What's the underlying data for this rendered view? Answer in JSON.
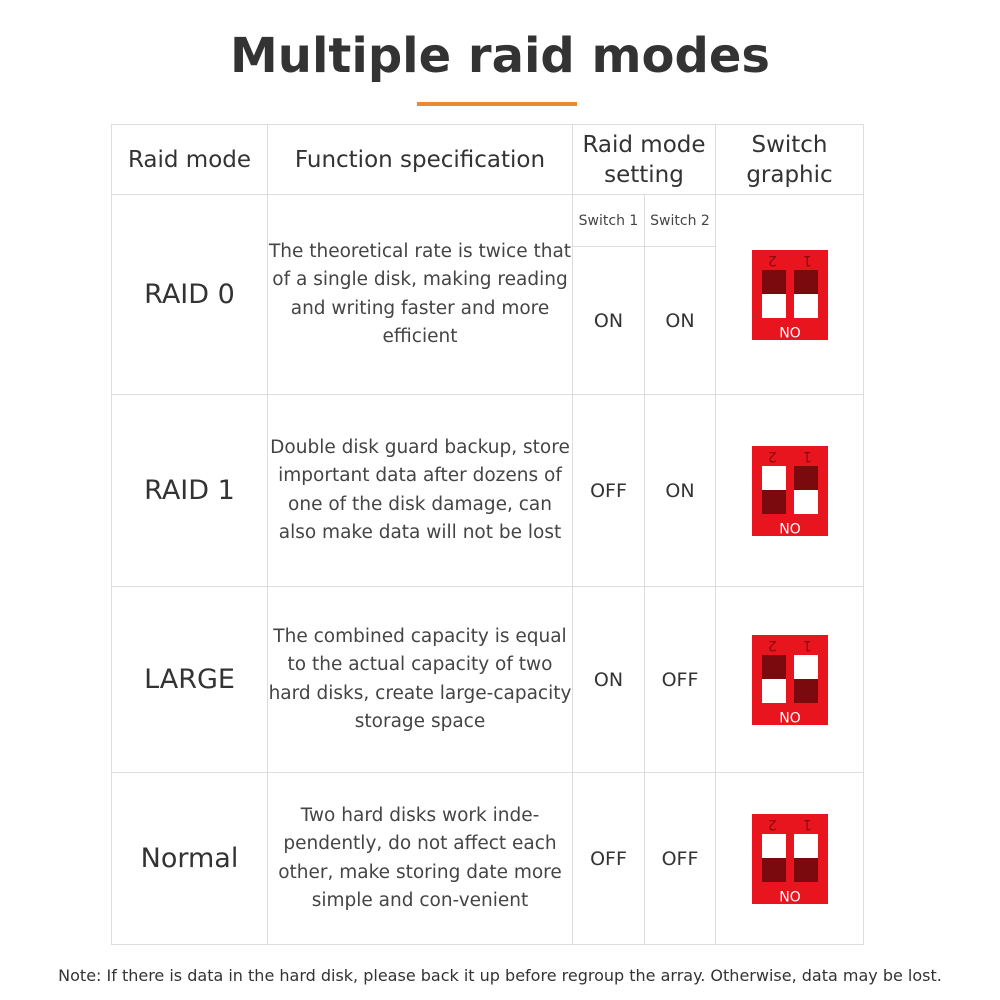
{
  "title": "Multiple raid modes",
  "colors": {
    "accent": "#E88A35",
    "switch_red": "#E8141E",
    "switch_dark": "#7a0a0e"
  },
  "table": {
    "headers": {
      "raid_mode": "Raid mode",
      "function": "Function specification",
      "setting": "Raid mode setting",
      "graphic": "Switch graphic"
    },
    "sub_headers": {
      "switch1": "Switch 1",
      "switch2": "Switch 2"
    },
    "switch_graphic_labels": {
      "num2": "2",
      "num1": "1",
      "on": "ON"
    },
    "rows": [
      {
        "mode": "RAID 0",
        "description": "The theoretical rate is twice that of a single disk, making reading and writing faster and more efficient",
        "switch1": "ON",
        "switch2": "ON"
      },
      {
        "mode": "RAID 1",
        "description": "Double disk guard backup, store important data after dozens of one of the disk damage, can also make data will not be lost",
        "switch1": "OFF",
        "switch2": "ON"
      },
      {
        "mode": "LARGE",
        "description": "The combined capacity is equal to the actual capacity of two hard disks, create large-capacity storage space",
        "switch1": "ON",
        "switch2": "OFF"
      },
      {
        "mode": "Normal",
        "description": "Two hard disks work inde-pendently, do not affect each other, make storing date more simple and con-venient",
        "switch1": "OFF",
        "switch2": "OFF"
      }
    ]
  },
  "note": "Note: If there is data in the hard disk, please back it up before regroup the array. Otherwise, data may be lost."
}
